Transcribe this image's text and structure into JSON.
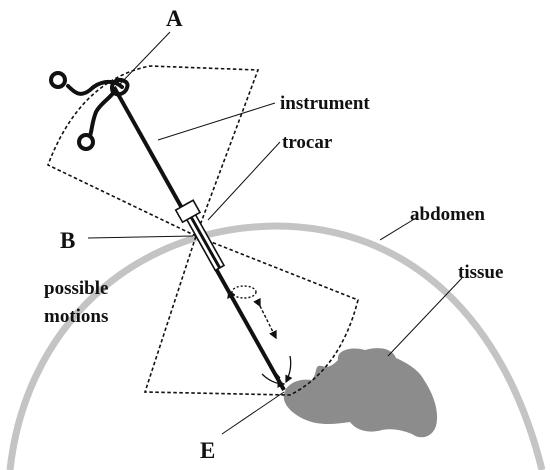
{
  "labels": {
    "point_a": "A",
    "point_b": "B",
    "point_e": "E",
    "instrument": "instrument",
    "trocar": "trocar",
    "abdomen": "abdomen",
    "tissue": "tissue",
    "possible_motions_line1": "possible",
    "possible_motions_line2": "motions"
  },
  "colors": {
    "ink": "#111111",
    "abdomen_wall": "#c4c4c4",
    "tissue": "#8c8c8c",
    "background": "#ffffff"
  },
  "icons": {
    "instrument_handle": "scissor-handle-icon",
    "rotation_arrow": "rotation-arrow-icon",
    "translation_arrow": "double-headed-arrow-icon",
    "tip_motion": "tip-motion-arrows-icon"
  }
}
